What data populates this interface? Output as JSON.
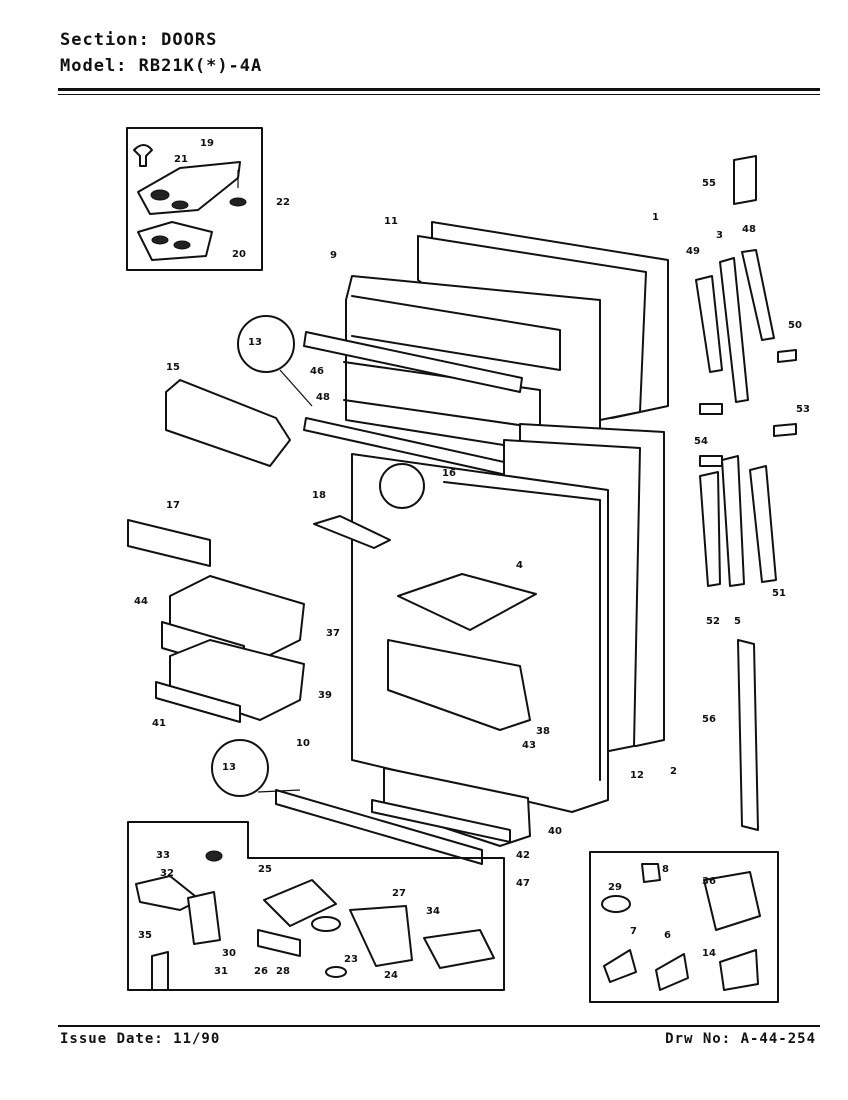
{
  "header": {
    "section_label": "Section:",
    "section_value": "DOORS",
    "model_label": "Model:",
    "model_value": "RB21K(*)-4A"
  },
  "footer": {
    "issue_date": "Issue Date: 11/90",
    "drawing_number": "Drw No: A-44-254"
  },
  "callouts": [
    "21",
    "19",
    "22",
    "20",
    "55",
    "1",
    "11",
    "9",
    "49",
    "3",
    "48",
    "50",
    "13",
    "46",
    "48",
    "53",
    "15",
    "54",
    "16",
    "18",
    "17",
    "4",
    "51",
    "52",
    "5",
    "44",
    "37",
    "39",
    "41",
    "38",
    "10",
    "43",
    "12",
    "2",
    "56",
    "13",
    "40",
    "42",
    "47",
    "33",
    "32",
    "25",
    "27",
    "35",
    "30",
    "34",
    "31",
    "26",
    "28",
    "23",
    "24",
    "8",
    "29",
    "36",
    "7",
    "6",
    "14"
  ]
}
